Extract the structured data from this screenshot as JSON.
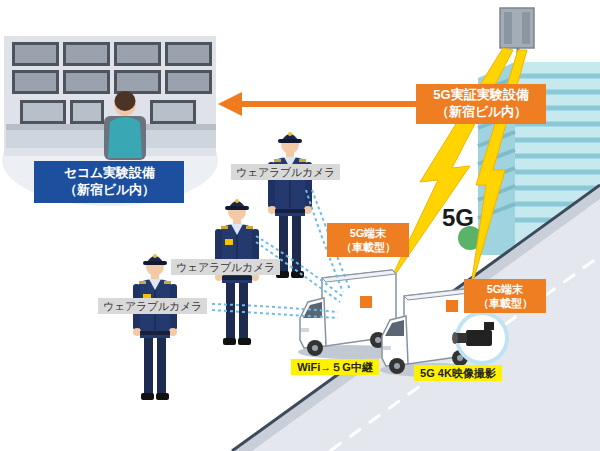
{
  "diagram": {
    "nodes": [
      {
        "text": [
          "セコム実験設備 （新宿ビル内）"
        ]
      },
      {
        "text": [
          "5G実証実験設備 （新宿ビル内）"
        ]
      },
      {
        "text": [
          "ウェアラブルカメラ"
        ]
      },
      {
        "text": [
          "5G端末 （車載型）"
        ]
      },
      {
        "text": [
          "ウェアラブルカメラ"
        ]
      },
      {
        "text": [
          "5G端末 （車載型）"
        ]
      },
      {
        "text": [
          "ウェアラブルカメラ"
        ]
      },
      {
        "text": [
          "WiFi→５G中継"
        ]
      },
      {
        "text": [
          "5G 4K映像撮影"
        ]
      }
    ],
    "edges": [
      {
        "from": 1,
        "to": 0,
        "arrow": "to"
      }
    ],
    "labels": [
      "5G"
    ]
  }
}
